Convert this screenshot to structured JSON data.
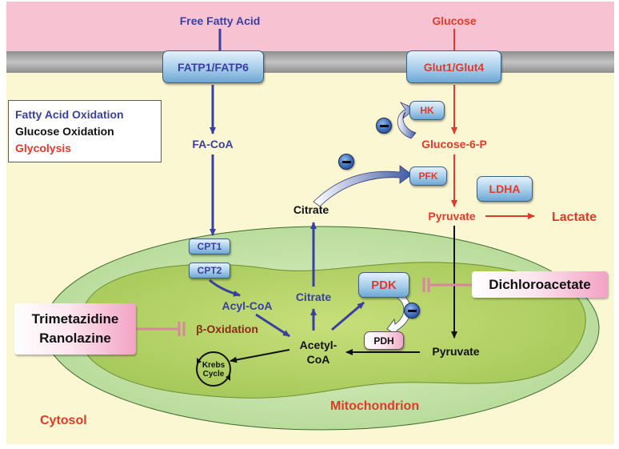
{
  "inputs": {
    "fatty_acid": "Free Fatty Acid",
    "glucose": "Glucose"
  },
  "transporters": {
    "fatty_acid": "FATP1/FATP6",
    "glucose": "Glut1/Glut4"
  },
  "legend": {
    "items": [
      {
        "label": "Fatty Acid Oxidation",
        "color": "#3a3fa0"
      },
      {
        "label": "Glucose Oxidation",
        "color": "#111111"
      },
      {
        "label": "Glycolysis",
        "color": "#e03a2a"
      }
    ]
  },
  "metabolites": {
    "fa_coa": "FA-CoA",
    "acyl_coa": "Acyl-CoA",
    "citrate_cytosol": "Citrate",
    "citrate_mito": "Citrate",
    "glucose_6_p": "Glucose-6-P",
    "pyruvate_cytosol": "Pyruvate",
    "pyruvate_mito": "Pyruvate",
    "lactate": "Lactate",
    "acetyl_coa": "Acetyl-\nCoA"
  },
  "enzymes": {
    "hk": "HK",
    "pfk": "PFK",
    "ldha": "LDHA",
    "cpt1": "CPT1",
    "cpt2": "CPT2",
    "pdk": "PDK",
    "pdh": "PDH"
  },
  "processes": {
    "beta_oxidation": "β-Oxidation",
    "krebs_cycle": "Krebs\nCycle"
  },
  "drugs": {
    "trimetazidine_ranolazine": "Trimetazidine\nRanolazine",
    "dichloroacetate": "Dichloroacetate"
  },
  "compartments": {
    "cytosol": "Cytosol",
    "mitochondrion": "Mitochondrion"
  },
  "colors": {
    "fatty_acid_pathway": "#3a3fa0",
    "glycolysis": "#e03a2a",
    "glucose_oxidation": "#111111",
    "extracellular": "#f7c3d2",
    "membrane": "#a9a9a9",
    "cytosol": "#fbf7d3",
    "mitochondrion": "#c9e4a8",
    "drug_box": "#f3a2c4",
    "inhibitor": "#d9859e"
  }
}
